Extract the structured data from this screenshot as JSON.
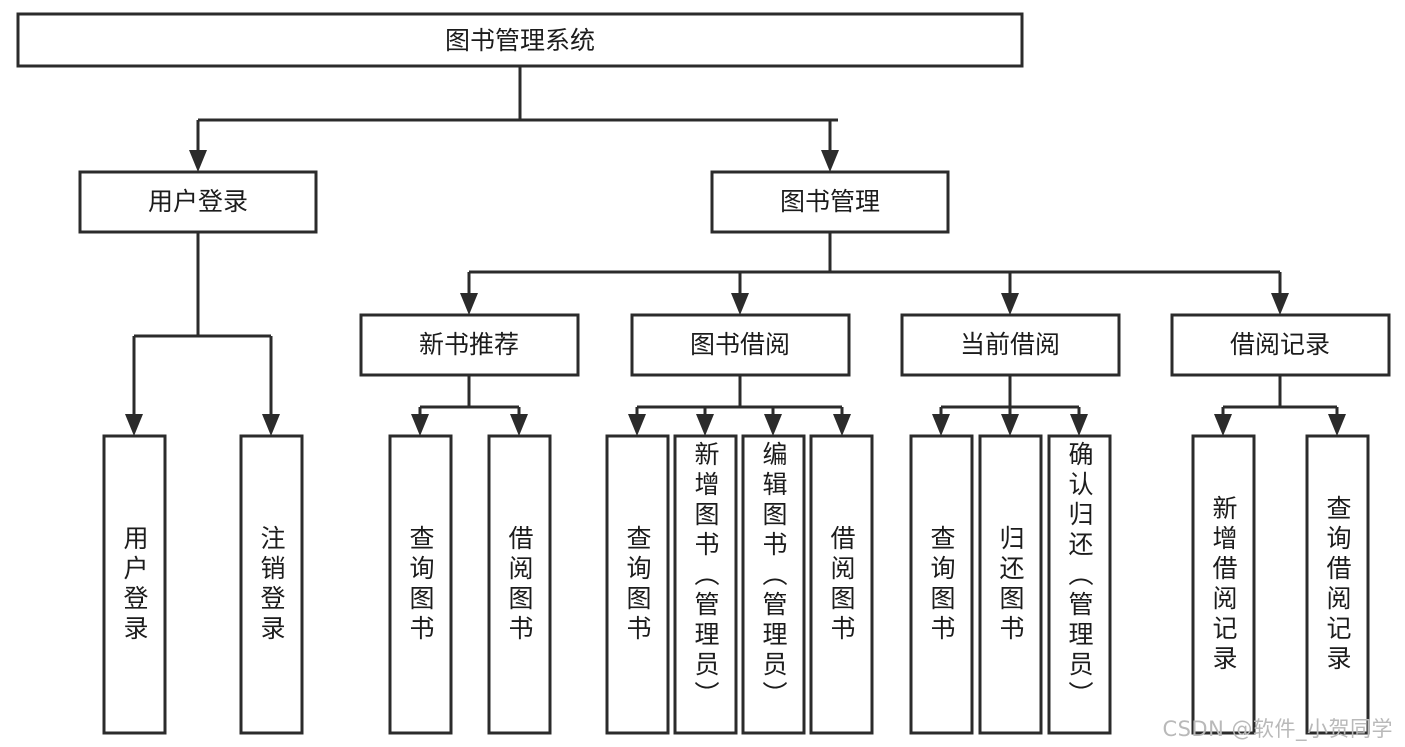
{
  "diagram": {
    "type": "tree",
    "title": "图书管理系统",
    "orientation": "top-down",
    "colors": {
      "box_fill": "#ffffff",
      "box_stroke": "#2b2b2b",
      "text": "#1c1c1c",
      "watermark": "#b9b9b9",
      "background": "#ffffff"
    },
    "root": {
      "label": "图书管理系统"
    },
    "level2": [
      {
        "label": "用户登录"
      },
      {
        "label": "图书管理"
      }
    ],
    "level3": [
      {
        "label": "新书推荐"
      },
      {
        "label": "图书借阅"
      },
      {
        "label": "当前借阅"
      },
      {
        "label": "借阅记录"
      }
    ],
    "leaves": {
      "user_login": [
        {
          "label": "用户登录"
        },
        {
          "label": "注销登录"
        }
      ],
      "new_book_recommend": [
        {
          "label": "查询图书"
        },
        {
          "label": "借阅图书"
        }
      ],
      "book_borrow": [
        {
          "label": "查询图书"
        },
        {
          "label": "新增图书（管理员）"
        },
        {
          "label": "编辑图书（管理员）"
        },
        {
          "label": "借阅图书"
        }
      ],
      "current_borrow": [
        {
          "label": "查询图书"
        },
        {
          "label": "归还图书"
        },
        {
          "label": "确认归还（管理员）"
        }
      ],
      "borrow_record": [
        {
          "label": "新增借阅记录"
        },
        {
          "label": "查询借阅记录"
        }
      ]
    }
  },
  "watermark": {
    "text": "CSDN @软件_小贺同学"
  }
}
